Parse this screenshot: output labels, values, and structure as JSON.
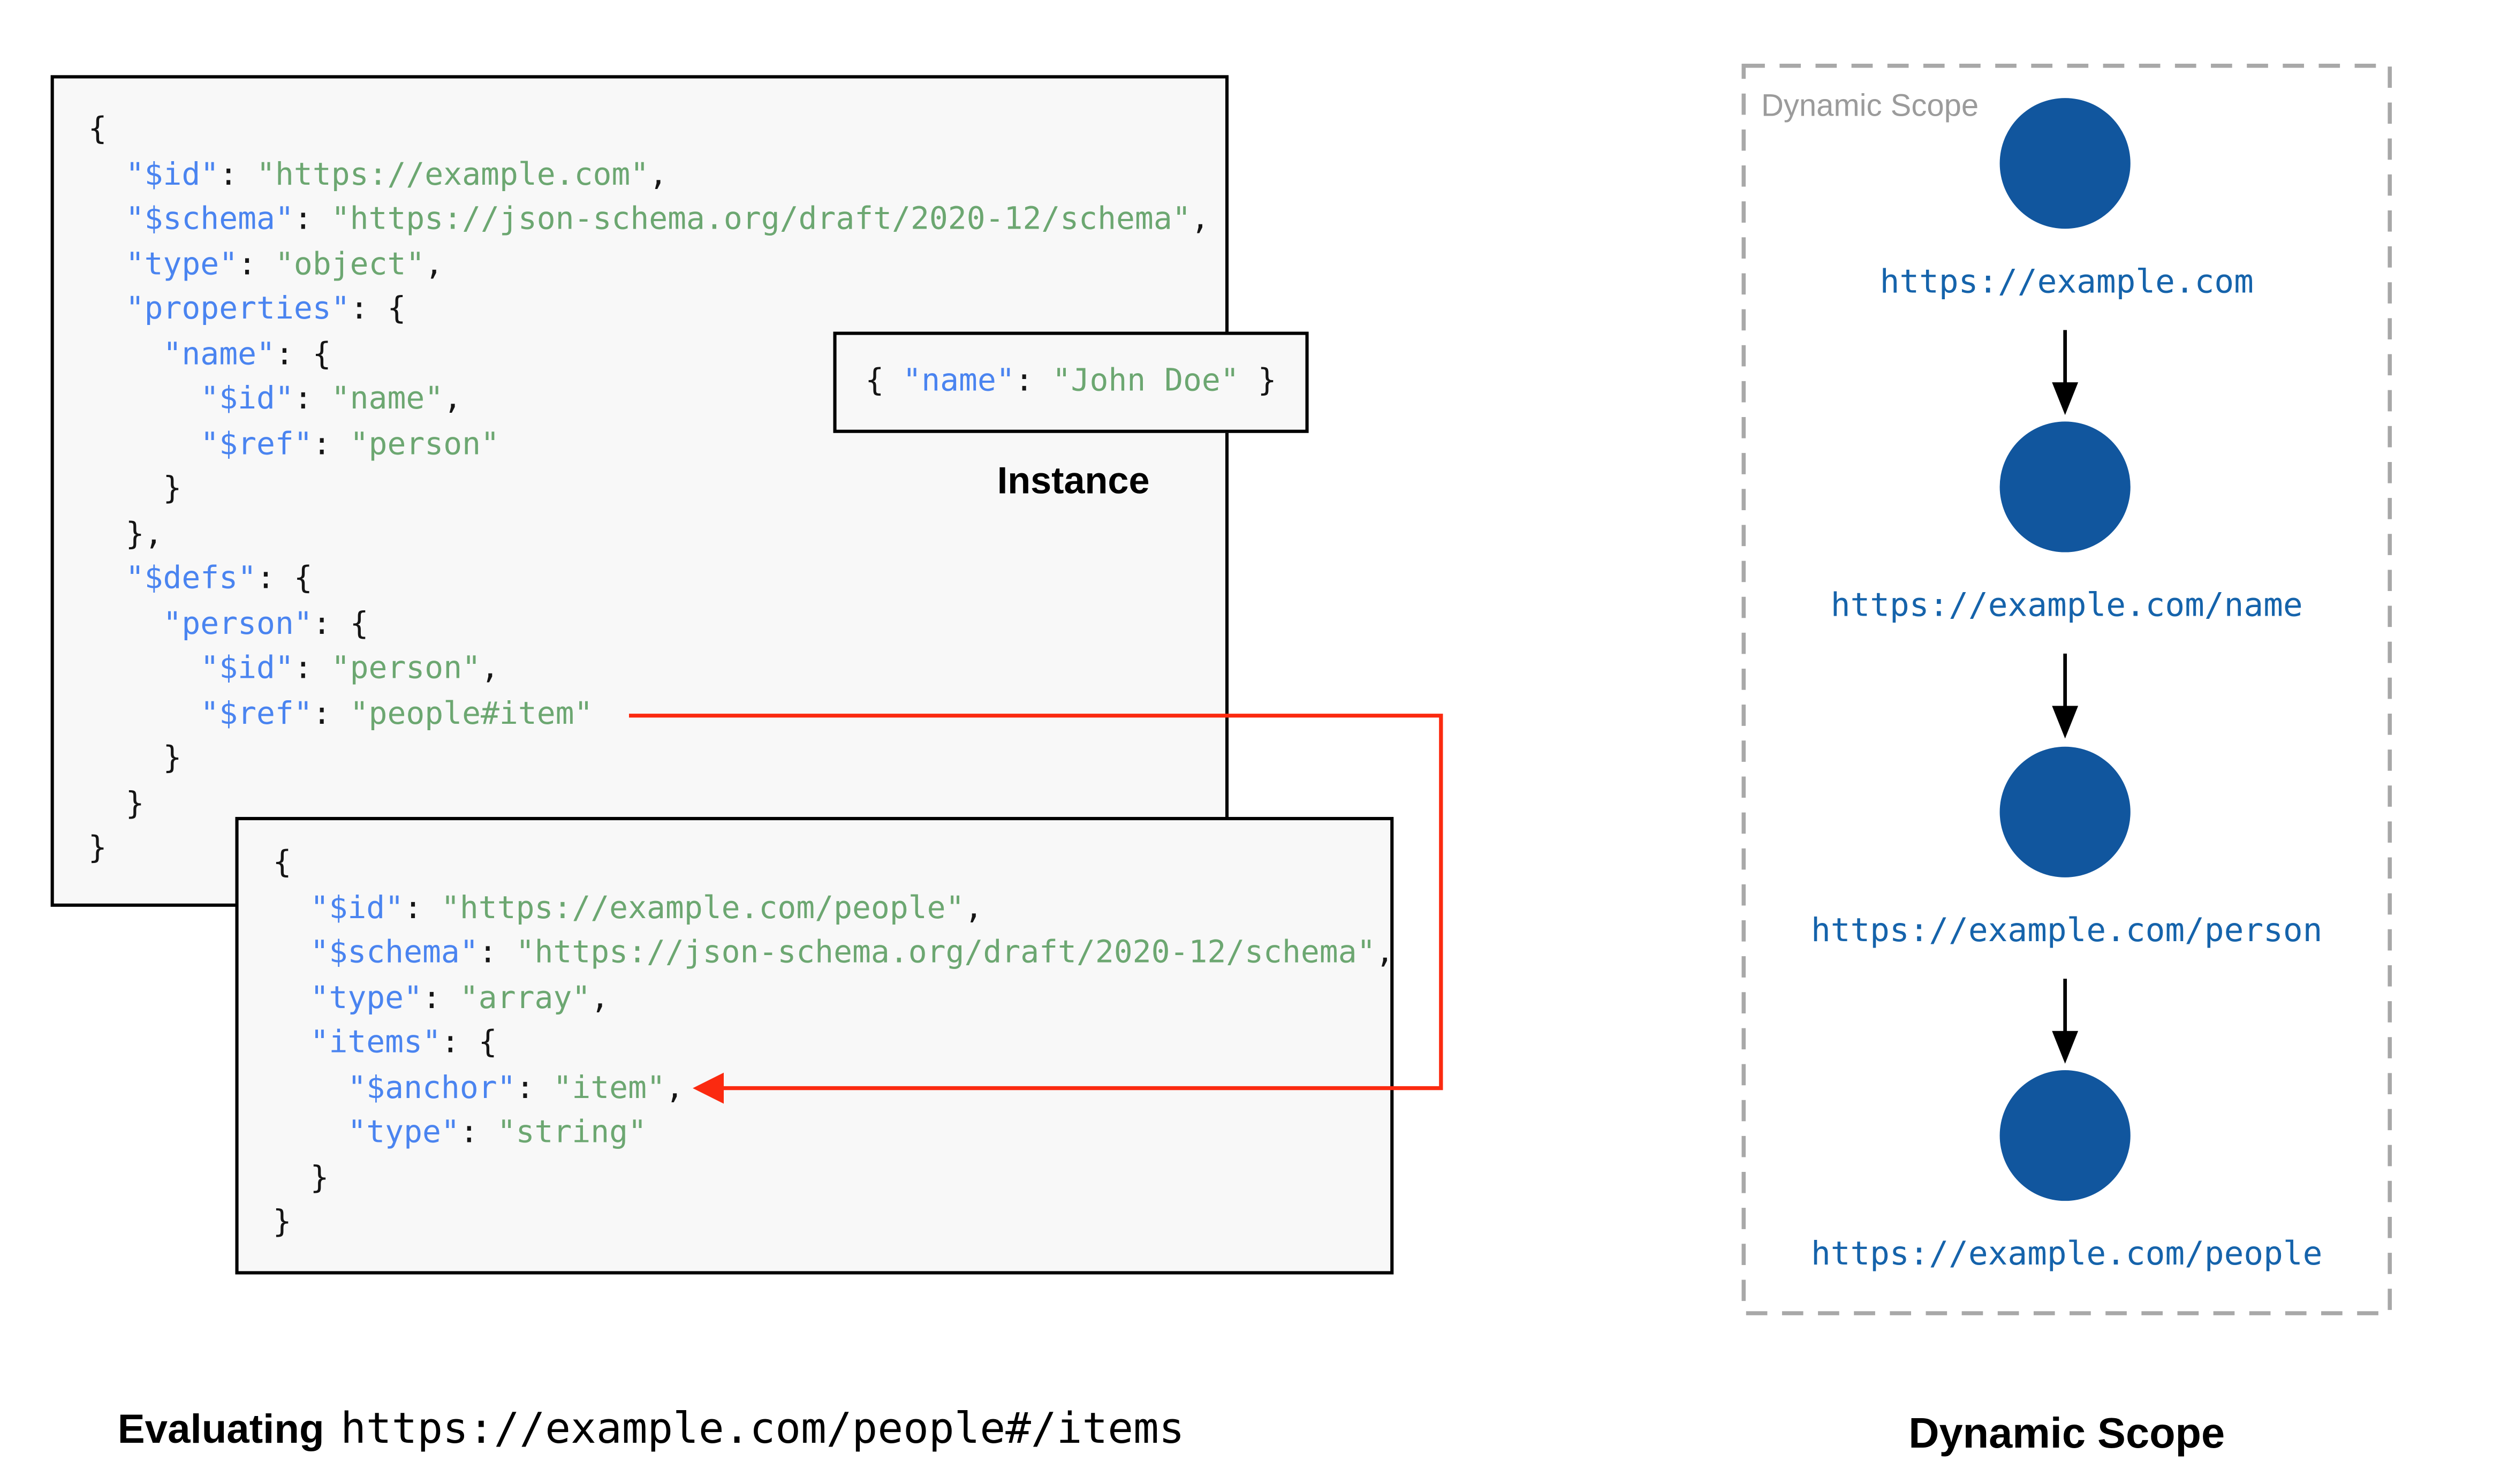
{
  "colors": {
    "key": "#4a84f0",
    "string": "#6ca771",
    "punct": "#151515",
    "box_bg": "#f8f8f8",
    "box_border": "#000000",
    "red": "#fb2a10",
    "node_fill": "#11569e",
    "node_label": "#1563ab",
    "scope_border": "#a8a8a8",
    "scope_label": "#9b9b9b",
    "arrow": "#000000",
    "caption": "#000000"
  },
  "schema1": {
    "lines": [
      [
        [
          "p",
          "{"
        ]
      ],
      [
        [
          "p",
          "  "
        ],
        [
          "k",
          "\"$id\""
        ],
        [
          "p",
          ": "
        ],
        [
          "s",
          "\"https://example.com\""
        ],
        [
          "p",
          ","
        ]
      ],
      [
        [
          "p",
          "  "
        ],
        [
          "k",
          "\"$schema\""
        ],
        [
          "p",
          ": "
        ],
        [
          "s",
          "\"https://json-schema.org/draft/2020-12/schema\""
        ],
        [
          "p",
          ","
        ]
      ],
      [
        [
          "p",
          "  "
        ],
        [
          "k",
          "\"type\""
        ],
        [
          "p",
          ": "
        ],
        [
          "s",
          "\"object\""
        ],
        [
          "p",
          ","
        ]
      ],
      [
        [
          "p",
          "  "
        ],
        [
          "k",
          "\"properties\""
        ],
        [
          "p",
          ": {"
        ]
      ],
      [
        [
          "p",
          "    "
        ],
        [
          "k",
          "\"name\""
        ],
        [
          "p",
          ": {"
        ]
      ],
      [
        [
          "p",
          "      "
        ],
        [
          "k",
          "\"$id\""
        ],
        [
          "p",
          ": "
        ],
        [
          "s",
          "\"name\""
        ],
        [
          "p",
          ","
        ]
      ],
      [
        [
          "p",
          "      "
        ],
        [
          "k",
          "\"$ref\""
        ],
        [
          "p",
          ": "
        ],
        [
          "s",
          "\"person\""
        ]
      ],
      [
        [
          "p",
          "    }"
        ]
      ],
      [
        [
          "p",
          "  },"
        ]
      ],
      [
        [
          "p",
          "  "
        ],
        [
          "k",
          "\"$defs\""
        ],
        [
          "p",
          ": {"
        ]
      ],
      [
        [
          "p",
          "    "
        ],
        [
          "k",
          "\"person\""
        ],
        [
          "p",
          ": {"
        ]
      ],
      [
        [
          "p",
          "      "
        ],
        [
          "k",
          "\"$id\""
        ],
        [
          "p",
          ": "
        ],
        [
          "s",
          "\"person\""
        ],
        [
          "p",
          ","
        ]
      ],
      [
        [
          "p",
          "      "
        ],
        [
          "k",
          "\"$ref\""
        ],
        [
          "p",
          ": "
        ],
        [
          "s",
          "\"people#item\""
        ]
      ],
      [
        [
          "p",
          "    }"
        ]
      ],
      [
        [
          "p",
          "  }"
        ]
      ],
      [
        [
          "p",
          "}"
        ]
      ]
    ]
  },
  "schema2": {
    "lines": [
      [
        [
          "p",
          "{"
        ]
      ],
      [
        [
          "p",
          "  "
        ],
        [
          "k",
          "\"$id\""
        ],
        [
          "p",
          ": "
        ],
        [
          "s",
          "\"https://example.com/people\""
        ],
        [
          "p",
          ","
        ]
      ],
      [
        [
          "p",
          "  "
        ],
        [
          "k",
          "\"$schema\""
        ],
        [
          "p",
          ": "
        ],
        [
          "s",
          "\"https://json-schema.org/draft/2020-12/schema\""
        ],
        [
          "p",
          ","
        ]
      ],
      [
        [
          "p",
          "  "
        ],
        [
          "k",
          "\"type\""
        ],
        [
          "p",
          ": "
        ],
        [
          "s",
          "\"array\""
        ],
        [
          "p",
          ","
        ]
      ],
      [
        [
          "p",
          "  "
        ],
        [
          "k",
          "\"items\""
        ],
        [
          "p",
          ": {"
        ]
      ],
      [
        [
          "p",
          "    "
        ],
        [
          "k",
          "\"$anchor\""
        ],
        [
          "p",
          ": "
        ],
        [
          "s",
          "\"item\""
        ],
        [
          "p",
          ","
        ]
      ],
      [
        [
          "p",
          "    "
        ],
        [
          "k",
          "\"type\""
        ],
        [
          "p",
          ": "
        ],
        [
          "s",
          "\"string\""
        ]
      ],
      [
        [
          "p",
          "  }"
        ]
      ],
      [
        [
          "p",
          "}"
        ]
      ]
    ]
  },
  "instance": {
    "label": "Instance",
    "lines": [
      [
        [
          "p",
          "{ "
        ],
        [
          "k",
          "\"name\""
        ],
        [
          "p",
          ": "
        ],
        [
          "s",
          "\"John Doe\""
        ],
        [
          "p",
          " }"
        ]
      ]
    ]
  },
  "evaluating": {
    "prefix": "Evaluating",
    "uri": "https://example.com/people#/items"
  },
  "scope": {
    "box_label": "Dynamic Scope",
    "caption": "Dynamic Scope",
    "nodes": [
      {
        "label": "https://example.com"
      },
      {
        "label": "https://example.com/name"
      },
      {
        "label": "https://example.com/person"
      },
      {
        "label": "https://example.com/people"
      }
    ]
  }
}
